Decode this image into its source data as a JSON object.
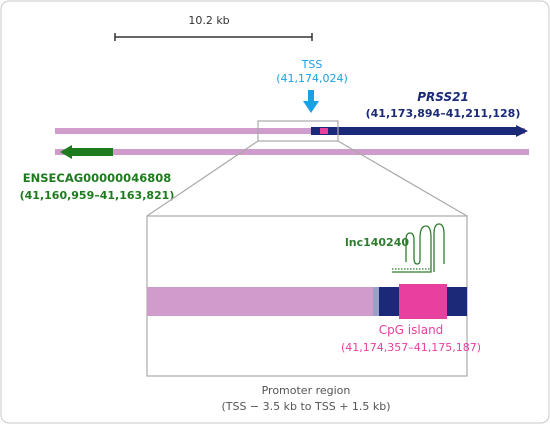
{
  "scale_bar": {
    "label": "10.2 kb"
  },
  "tss": {
    "label": "TSS",
    "position": "(41,174,024)"
  },
  "gene_prss21": {
    "name": "PRSS21",
    "coords": "(41,173,894–41,211,128)"
  },
  "gene_ensecag": {
    "name": "ENSECAG00000046808",
    "coords": "(41,160,959–41,163,821)"
  },
  "lncrna": {
    "name": "lnc140240"
  },
  "cpg_island": {
    "label": "CpG island",
    "coords": "(41,174,357–41,175,187)"
  },
  "promoter": {
    "title": "Promoter region",
    "subtitle": "(TSS − 3.5 kb to TSS + 1.5 kb)"
  },
  "colors": {
    "track": "#cf9ccb",
    "prss21": "#1a2a78",
    "ensecag": "#1d7a1d",
    "tss": "#1aa0e6",
    "cpg": "#e8409f",
    "lnc": "#2e7d2e",
    "frame": "#aaaaaa"
  }
}
